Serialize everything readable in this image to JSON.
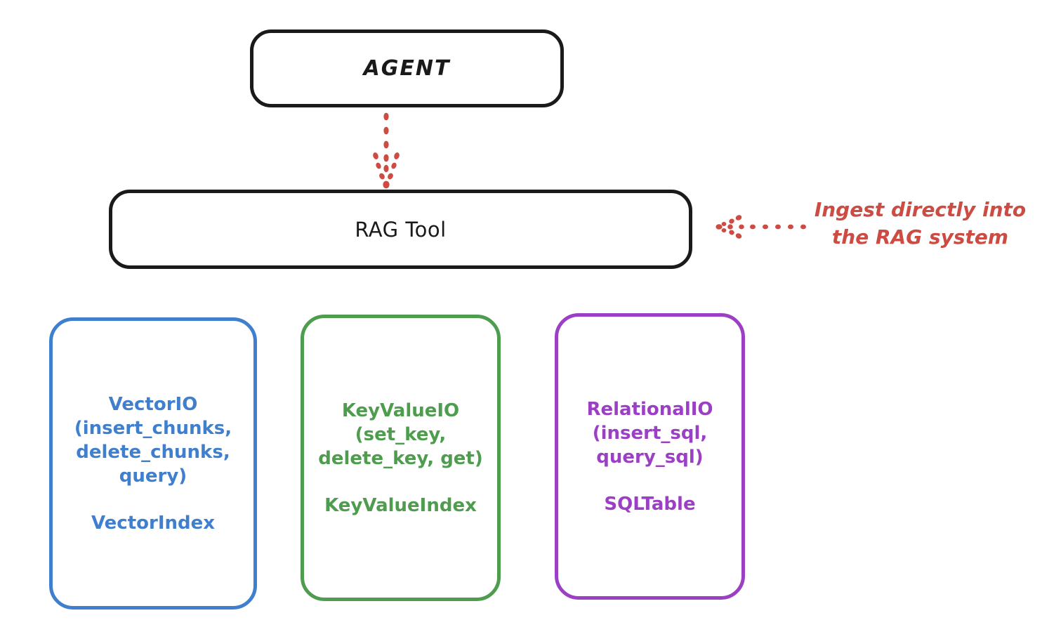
{
  "diagram": {
    "title_node": {
      "label": "AGENT"
    },
    "tool_node": {
      "label": "RAG Tool"
    },
    "providers": [
      {
        "name": "vector-io",
        "api": "VectorIO\n(insert_chunks,\ndelete_chunks,\nquery)",
        "index": "VectorIndex",
        "color": "#3f7fce"
      },
      {
        "name": "key-value-io",
        "api": "KeyValueIO\n(set_key,\ndelete_key, get)",
        "index": "KeyValueIndex",
        "color": "#4e9c4e"
      },
      {
        "name": "relational-io",
        "api": "RelationalIO\n(insert_sql,\nquery_sql)",
        "index": "SQLTable",
        "color": "#9b3fc4"
      }
    ],
    "annotation": {
      "text": "Ingest directly into\nthe RAG system",
      "color": "#cc4b42"
    },
    "connectors": [
      {
        "name": "agent-to-rag-tool",
        "style": "dotted",
        "direction": "down",
        "color": "#cc4b42"
      },
      {
        "name": "ingest-to-rag-tool",
        "style": "dotted",
        "direction": "left",
        "color": "#cc4b42"
      }
    ]
  }
}
